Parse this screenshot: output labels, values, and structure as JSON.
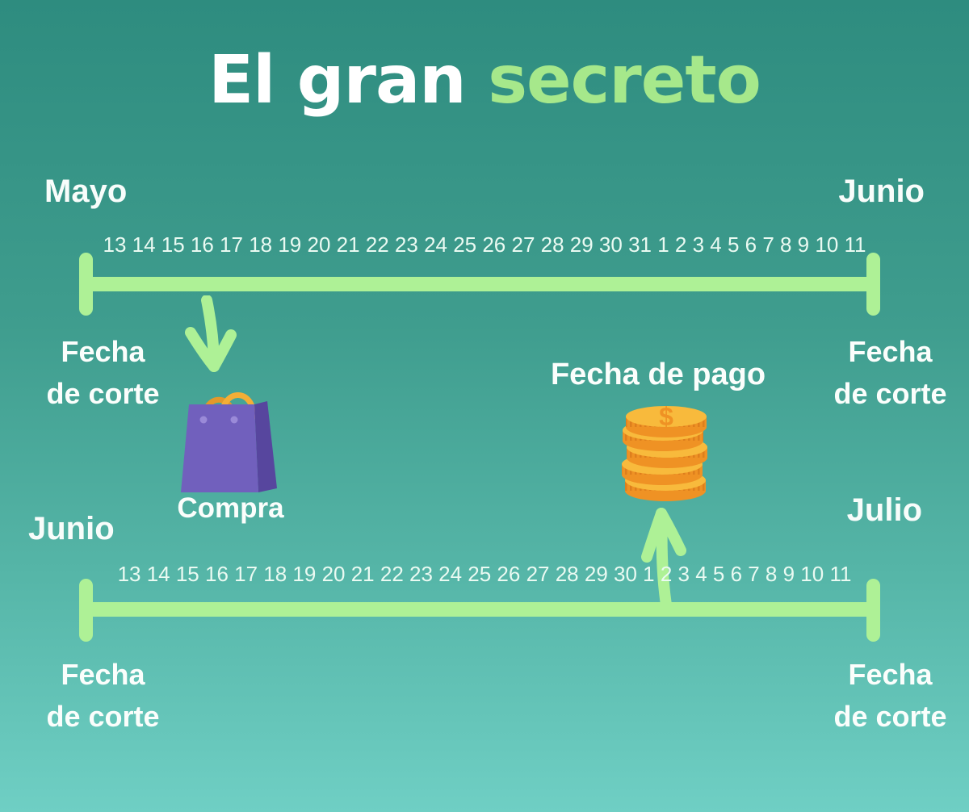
{
  "title": {
    "white": "El gran",
    "green": "secreto"
  },
  "cycle1": {
    "start_month": "Mayo",
    "end_month": "Junio",
    "dates": [
      "13",
      "14",
      "15",
      "16",
      "17",
      "18",
      "19",
      "20",
      "21",
      "22",
      "23",
      "24",
      "25",
      "26",
      "27",
      "28",
      "29",
      "30",
      "31",
      "1",
      "2",
      "3",
      "4",
      "5",
      "6",
      "7",
      "8",
      "9",
      "10",
      "11"
    ],
    "start_cutoff": {
      "line1": "Fecha",
      "line2": "de corte"
    },
    "end_cutoff": {
      "line1": "Fecha",
      "line2": "de corte"
    }
  },
  "cycle2": {
    "start_month": "Junio",
    "end_month": "Julio",
    "dates": [
      "13",
      "14",
      "15",
      "16",
      "17",
      "18",
      "19",
      "20",
      "21",
      "22",
      "23",
      "24",
      "25",
      "26",
      "27",
      "28",
      "29",
      "30",
      "1",
      "2",
      "3",
      "4",
      "5",
      "6",
      "7",
      "8",
      "9",
      "10",
      "11"
    ],
    "start_cutoff": {
      "line1": "Fecha",
      "line2": "de corte"
    },
    "end_cutoff": {
      "line1": "Fecha",
      "line2": "de corte"
    }
  },
  "purchase": {
    "label": "Compra"
  },
  "payment": {
    "label": "Fecha de pago",
    "coin_symbol": "$"
  },
  "colors": {
    "background_top": "#2e8c7f",
    "background_bottom": "#6fcfc4",
    "accent_green": "#aef196",
    "title_green": "#a6e88b",
    "text_white": "#ffffff",
    "bag_purple": "#7160bd",
    "bag_purple_dark": "#57469e",
    "handle_gold": "#e2992b",
    "coin_top": "#f8ba3c",
    "coin_side": "#ef9224"
  }
}
